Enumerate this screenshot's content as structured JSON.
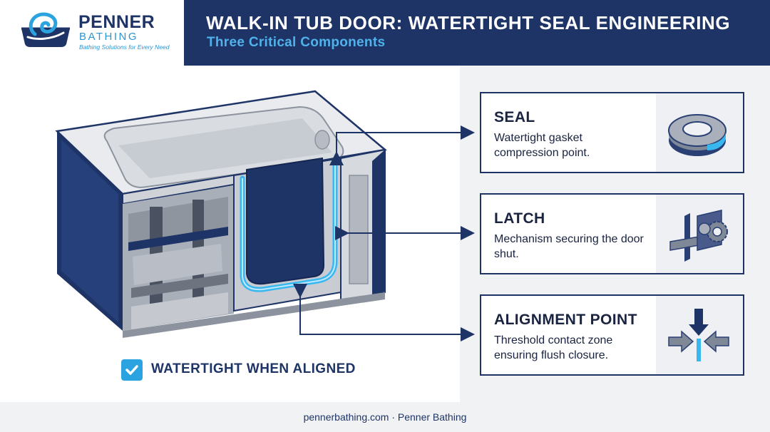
{
  "brand": {
    "name": "PENNER",
    "sub": "BATHING",
    "tagline": "Bathing Solutions for Every Need",
    "logo_icon": "wave-bathtub-logo-icon"
  },
  "header": {
    "title": "WALK-IN TUB DOOR: WATERTIGHT SEAL ENGINEERING",
    "subtitle": "Three Critical Components"
  },
  "callouts": [
    {
      "title": "SEAL",
      "description": "Watertight gasket compression point.",
      "icon": "gasket-ring-icon"
    },
    {
      "title": "LATCH",
      "description": "Mechanism securing the door shut.",
      "icon": "latch-gear-icon"
    },
    {
      "title": "ALIGNMENT POINT",
      "description": "Threshold contact zone ensuring flush closure.",
      "icon": "alignment-arrows-icon"
    }
  ],
  "status": {
    "label": "WATERTIGHT WHEN ALIGNED",
    "icon": "checkmark-icon"
  },
  "footer": {
    "text": "pennerbathing.com · Penner Bathing"
  },
  "colors": {
    "navy": "#1f3466",
    "accent_blue": "#2aa3e0",
    "seal_glow": "#39b8f0"
  }
}
